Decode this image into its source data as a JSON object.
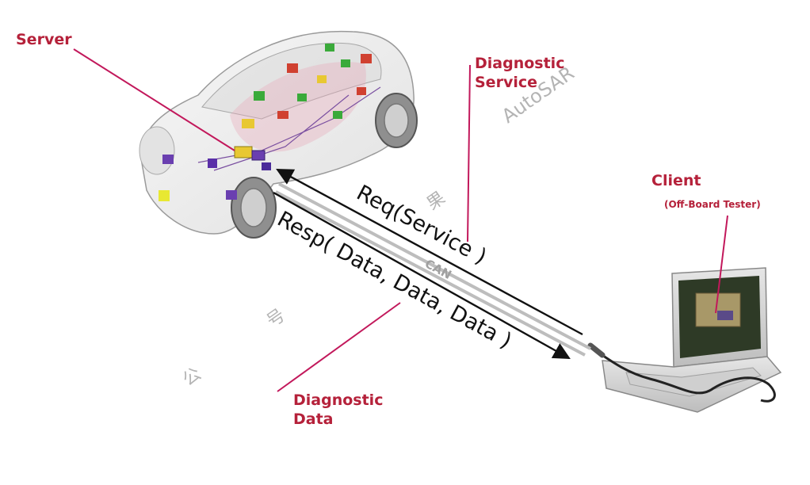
{
  "labels": {
    "server": "Server",
    "diagnostic_service_line1": "Diagnostic",
    "diagnostic_service_line2": "Service",
    "client": "Client",
    "client_sub": "(Off-Board Tester)",
    "diagnostic_data_line1": "Diagnostic",
    "diagnostic_data_line2": "Data"
  },
  "messages": {
    "request": "Req(Service )",
    "response": "Resp( Data, Data, Data )",
    "bus": "CAN"
  },
  "watermark": {
    "brand": "AutoSAR",
    "char1": "果",
    "char2": "号",
    "char3": "公"
  },
  "colors": {
    "label": "#b5213a",
    "pointer_line": "#c2185b",
    "arrow": "#111111",
    "bus": "#bdbdbd",
    "watermark": "#b4b4b4"
  }
}
